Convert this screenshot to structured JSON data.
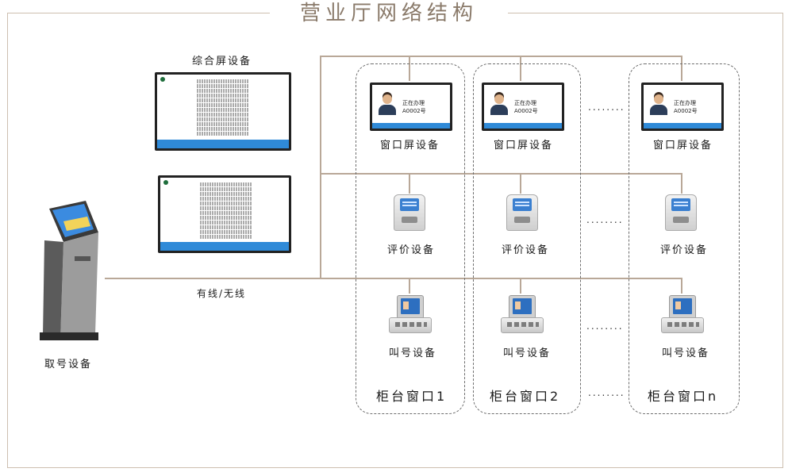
{
  "title": "营业厅网络结构",
  "labels": {
    "composite_screen": "综合屏设备",
    "ticket_device": "取号设备",
    "wired_wireless": "有线/无线",
    "window_screen": "窗口屏设备",
    "evaluation_device": "评价设备",
    "calling_device": "叫号设备",
    "ellipsis": "........"
  },
  "counters": [
    {
      "name": "柜台窗口1"
    },
    {
      "name": "柜台窗口2"
    },
    {
      "name": "柜台窗口n"
    }
  ],
  "window_screen_text": {
    "line1": "正在办理",
    "line2": "A0002号"
  },
  "colors": {
    "wire": "#b9a898",
    "title": "#8a7a6a",
    "screen_bar": "#2f8ad8"
  }
}
